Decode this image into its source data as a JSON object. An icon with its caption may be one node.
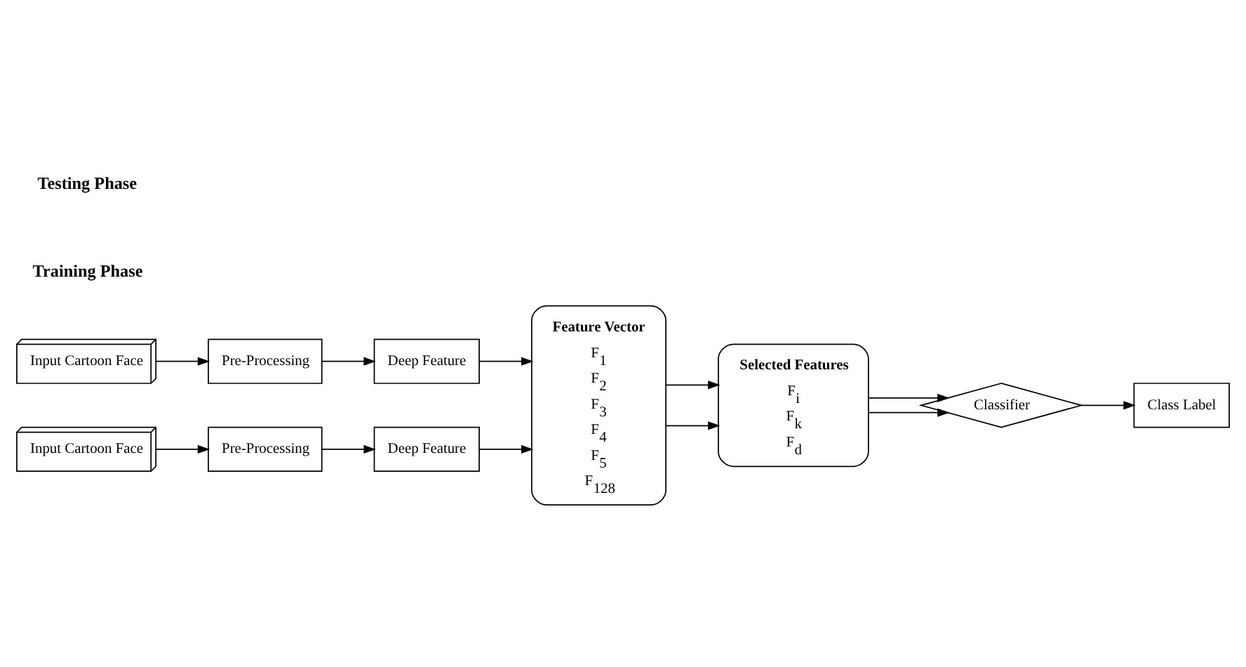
{
  "diagram": {
    "nodes": [
      {
        "text": [
          "Input Cartoon Face"
        ]
      },
      {
        "text": [
          "Pre-Processing"
        ]
      },
      {
        "text": [
          "Deep Feature"
        ]
      },
      {
        "text": [
          "Input Cartoon Face"
        ]
      },
      {
        "text": [
          "Pre-Processing"
        ]
      },
      {
        "text": [
          "Deep Feature"
        ]
      },
      {
        "text": [
          "Feature Vector",
          "F$_{1}$",
          "F$_{2}$",
          "F$_{3}$",
          "F$_{4}$",
          "F$_{5}$",
          "F$_{128}$"
        ]
      },
      {
        "text": [
          "Selected Features",
          "F$_{i}$",
          "F$_{k}$",
          "F$_{d}$"
        ]
      },
      {
        "text": [
          "Classifier"
        ]
      },
      {
        "text": [
          "Class Label"
        ]
      }
    ],
    "edges": [
      {
        "from": 0,
        "to": 1,
        "arrow": "to"
      },
      {
        "from": 1,
        "to": 2,
        "arrow": "to"
      },
      {
        "from": 2,
        "to": 6,
        "arrow": "to"
      },
      {
        "from": 3,
        "to": 4,
        "arrow": "to"
      },
      {
        "from": 4,
        "to": 5,
        "arrow": "to"
      },
      {
        "from": 5,
        "to": 6,
        "arrow": "to"
      },
      {
        "from": 6,
        "to": 7,
        "arrow": "to"
      },
      {
        "from": 6,
        "to": 7,
        "arrow": "to"
      },
      {
        "from": 7,
        "to": 8,
        "arrow": "to"
      },
      {
        "from": 7,
        "to": 8,
        "arrow": "to"
      },
      {
        "from": 8,
        "to": 9,
        "arrow": "to"
      }
    ],
    "labels": [
      "Training Phase",
      "Testing Phase"
    ]
  }
}
